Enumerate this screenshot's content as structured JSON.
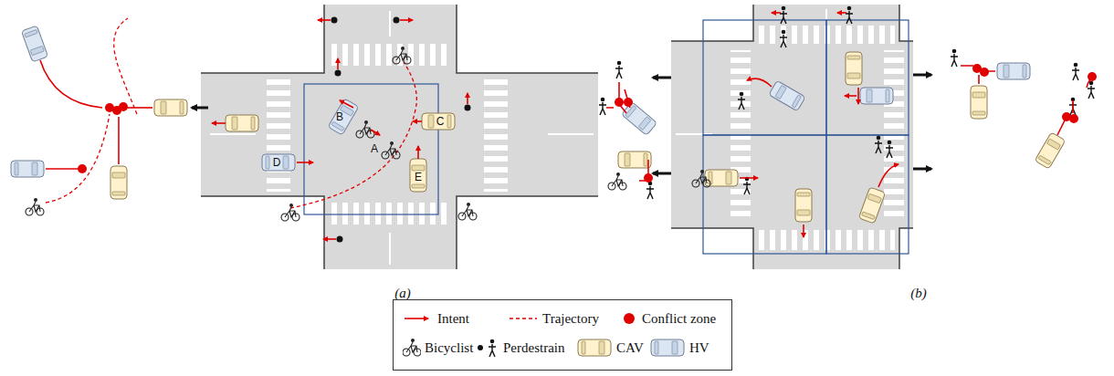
{
  "diagram": {
    "labels": [
      "A",
      "B",
      "C",
      "D",
      "E",
      "(a)",
      "(b)"
    ],
    "legend": [
      {
        "text": "Intent"
      },
      {
        "text": "Trajectory"
      },
      {
        "text": "Conflict zone"
      },
      {
        "text": "Bicyclist"
      },
      {
        "text": "Perdestrain"
      },
      {
        "text": "CAV"
      },
      {
        "text": "HV"
      }
    ]
  }
}
